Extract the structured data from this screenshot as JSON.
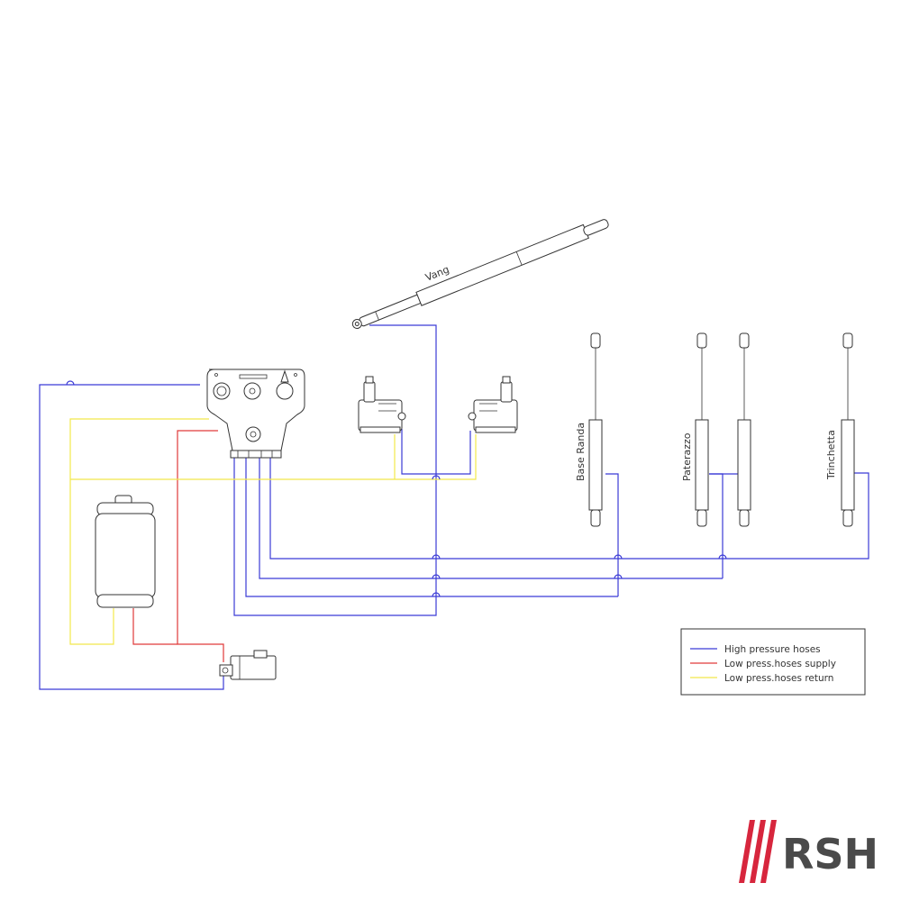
{
  "colors": {
    "high_pressure": "#3b3bd6",
    "low_supply": "#e03a3a",
    "low_return": "#f2e84a",
    "outline": "#333333",
    "logo_red": "#d7263d",
    "logo_gray": "#4a4a4a"
  },
  "labels": {
    "vang": "Vang",
    "base_randa": "Base Randa",
    "paterazzo": "Paterazzo",
    "trinchetta": "Trinchetta"
  },
  "legend": {
    "items": [
      {
        "label": "High pressure hoses",
        "color": "#3b3bd6"
      },
      {
        "label": "Low press.hoses supply",
        "color": "#e03a3a"
      },
      {
        "label": "Low press.hoses return",
        "color": "#f2e84a"
      }
    ]
  },
  "logo": {
    "text": "RSH"
  }
}
